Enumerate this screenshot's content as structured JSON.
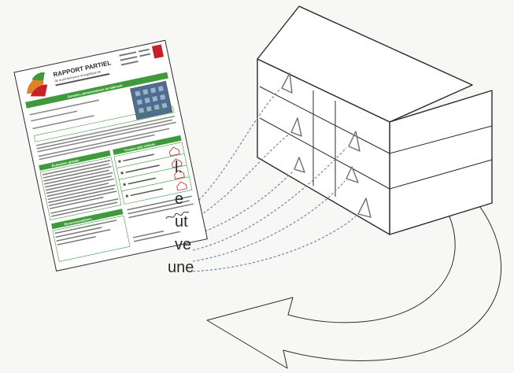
{
  "side_text_fragments": [
    "l.",
    "e",
    "ut",
    "ve",
    "une"
  ],
  "certificate": {
    "title": "RAPPORT PARTIEL",
    "subtitle": "de la performance énergétique du",
    "section_header_1": "Données administratives du bâtiment",
    "section_header_2": "Évaluation globale",
    "section_header_3": "Travaux déjà réalisés",
    "section_header_4": "Recommandations"
  },
  "colors": {
    "accent_green": "#3e9a3a",
    "arrow_blue": "#5f7fa6",
    "line": "#2b2b2b",
    "brand_red": "#c8202b"
  },
  "icons": [
    "certificate-document",
    "house-outline",
    "triangle-marker",
    "curved-return-arrow"
  ]
}
